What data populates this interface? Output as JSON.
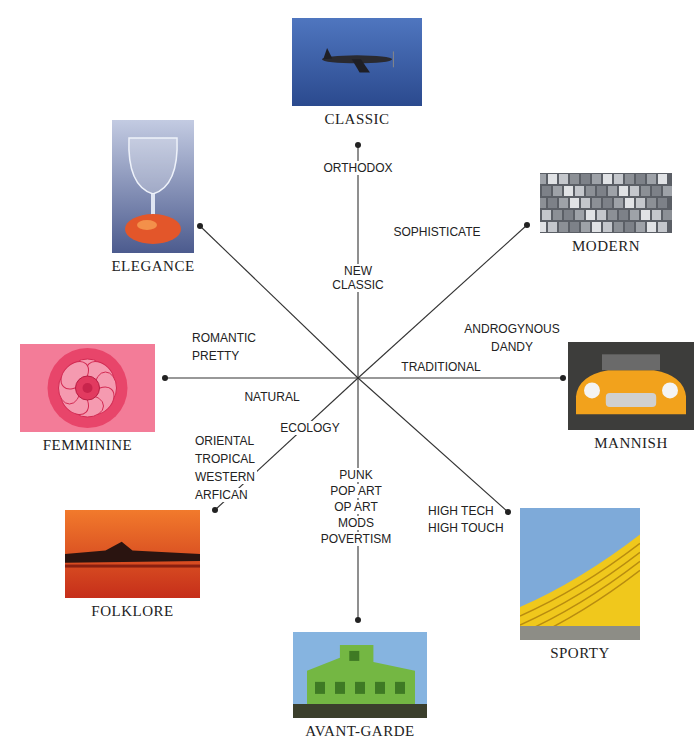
{
  "diagram": {
    "nodes": [
      {
        "text": [
          "CLASSIC"
        ]
      },
      {
        "text": [
          "ELEGANCE"
        ]
      },
      {
        "text": [
          "MODERN"
        ]
      },
      {
        "text": [
          "FEMMININE"
        ]
      },
      {
        "text": [
          "MANNISH"
        ]
      },
      {
        "text": [
          "FOLKLORE"
        ]
      },
      {
        "text": [
          "SPORTY"
        ]
      },
      {
        "text": [
          "AVANT-GARDE"
        ]
      }
    ],
    "labels": [
      "ORTHODOX",
      "SOPHISTICATE",
      "NEW CLASSIC",
      "ANDROGYNOUS",
      "DANDY",
      "ROMANTIC",
      "PRETTY",
      "TRADITIONAL",
      "NATURAL",
      "ECOLOGY",
      "ORIENTAL",
      "TROPICAL",
      "WESTERN",
      "ARFICAN",
      "PUNK",
      "POP ART",
      "OP ART",
      "MODS",
      "POVERTISM",
      "HIGH TECH",
      "HIGH TOUCH"
    ]
  }
}
